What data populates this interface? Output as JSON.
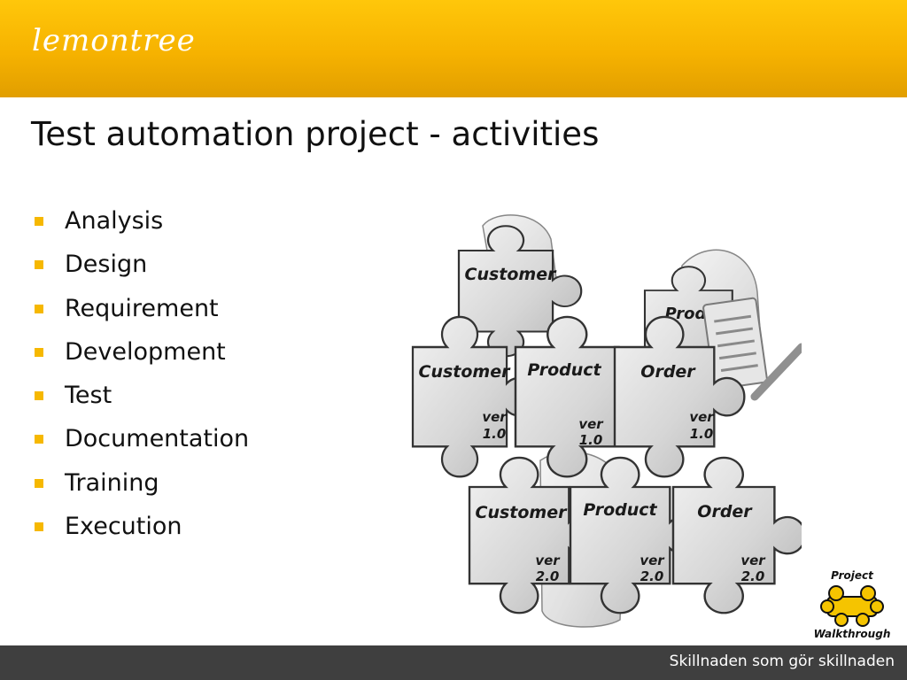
{
  "header": {
    "logo_text": "lemontree"
  },
  "slide": {
    "title": "Test automation project - activities",
    "bullets": [
      "Analysis",
      "Design",
      "Requirement",
      "Development",
      "Test",
      "Documentation",
      "Training",
      "Execution"
    ]
  },
  "puzzle": {
    "row1": [
      "Customer",
      "Product"
    ],
    "row2": [
      {
        "label": "Customer",
        "ver": "ver",
        "num": "1.0"
      },
      {
        "label": "Product",
        "ver": "ver",
        "num": "1.0"
      },
      {
        "label": "Order",
        "ver": "ver",
        "num": "1.0"
      }
    ],
    "row3": [
      {
        "label": "Customer",
        "ver": "ver",
        "num": "2.0"
      },
      {
        "label": "Product",
        "ver": "ver",
        "num": "2.0"
      },
      {
        "label": "Order",
        "ver": "ver",
        "num": "2.0"
      }
    ]
  },
  "badge": {
    "top": "Project",
    "bottom": "Walkthrough"
  },
  "footer": {
    "tagline": "Skillnaden som gör skillnaden"
  },
  "colors": {
    "header": "#f6b200",
    "bullet": "#f6b800",
    "footer": "#3f3f3f",
    "badge_piece": "#f5c400"
  }
}
